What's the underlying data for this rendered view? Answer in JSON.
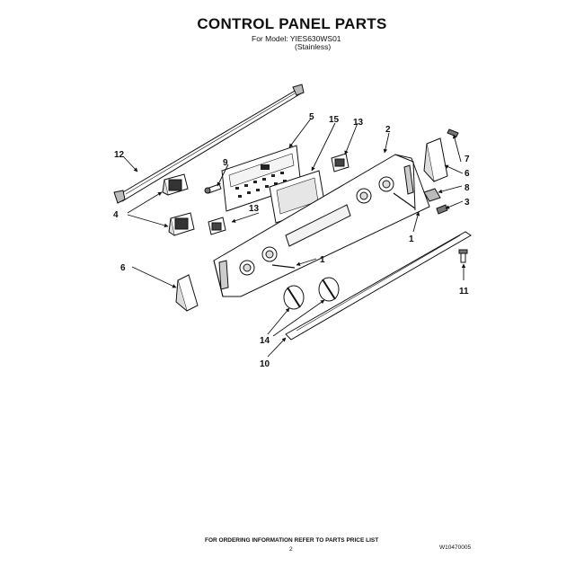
{
  "header": {
    "title": "CONTROL PANEL PARTS",
    "model_line": "For Model: YIES630WS01",
    "finish_line": "(Stainless)"
  },
  "callouts": {
    "c1a": "1",
    "c1b": "1",
    "c2": "2",
    "c3": "3",
    "c4": "4",
    "c5": "5",
    "c6a": "6",
    "c6b": "6",
    "c7": "7",
    "c8": "8",
    "c9": "9",
    "c10": "10",
    "c11": "11",
    "c12": "12",
    "c13a": "13",
    "c13b": "13",
    "c14": "14",
    "c15": "15"
  },
  "footer": {
    "note": "FOR ORDERING INFORMATION REFER TO PARTS PRICE LIST",
    "page": "2",
    "doc_number": "W10470005"
  }
}
